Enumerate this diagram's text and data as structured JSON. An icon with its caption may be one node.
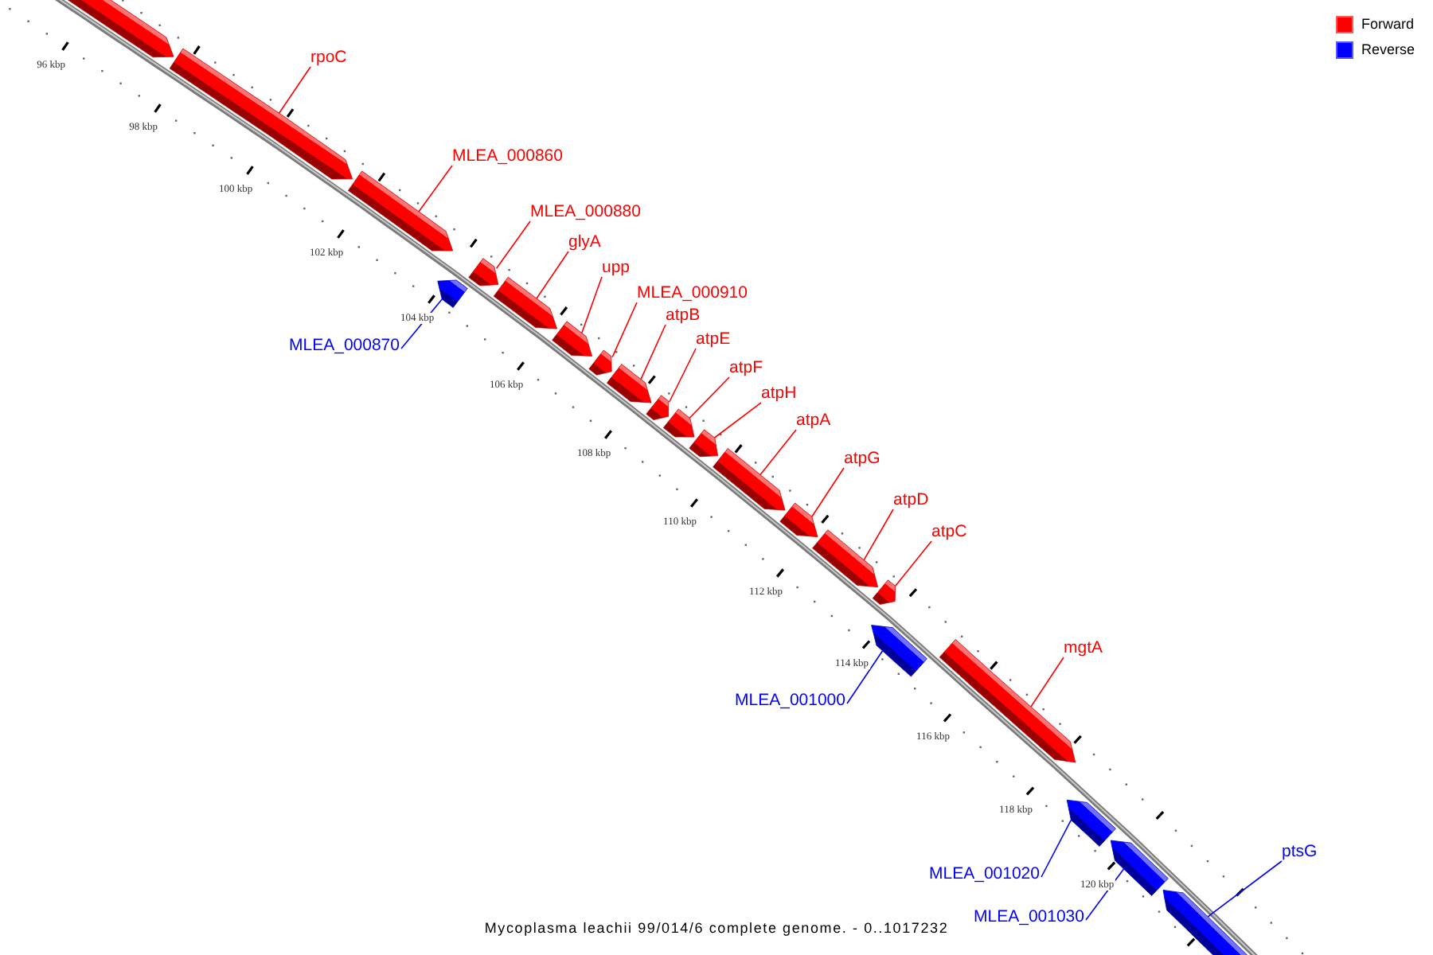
{
  "diagram": {
    "caption": "Mycoplasma leachii 99/014/6 complete genome. - 0..1017232",
    "nodes": [
      {
        "text": [],
        "shape": "bar"
      },
      {
        "text": [
          "rpoC"
        ]
      },
      {
        "text": [],
        "shape": "bar"
      },
      {
        "text": [
          "MLEA_000860"
        ]
      },
      {
        "text": [],
        "shape": "bar"
      },
      {
        "text": [
          "MLEA_000870"
        ]
      },
      {
        "text": [],
        "shape": "bar"
      },
      {
        "text": [
          "MLEA_000880"
        ]
      },
      {
        "text": [],
        "shape": "bar"
      },
      {
        "text": [
          "glyA"
        ]
      },
      {
        "text": [],
        "shape": "bar"
      },
      {
        "text": [
          "upp"
        ]
      },
      {
        "text": [],
        "shape": "bar"
      },
      {
        "text": [
          "MLEA_000910"
        ]
      },
      {
        "text": [],
        "shape": "bar"
      },
      {
        "text": [
          "atpB"
        ]
      },
      {
        "text": [],
        "shape": "bar"
      },
      {
        "text": [
          "atpE"
        ]
      },
      {
        "text": [],
        "shape": "bar"
      },
      {
        "text": [
          "atpF"
        ]
      },
      {
        "text": [],
        "shape": "bar"
      },
      {
        "text": [
          "atpH"
        ]
      },
      {
        "text": [],
        "shape": "bar"
      },
      {
        "text": [
          "atpA"
        ]
      },
      {
        "text": [],
        "shape": "bar"
      },
      {
        "text": [
          "atpG"
        ]
      },
      {
        "text": [],
        "shape": "bar"
      },
      {
        "text": [
          "atpD"
        ]
      },
      {
        "text": [],
        "shape": "bar"
      },
      {
        "text": [
          "atpC"
        ]
      },
      {
        "text": [],
        "shape": "bar"
      },
      {
        "text": [
          "MLEA_001000"
        ]
      },
      {
        "text": [],
        "shape": "bar"
      },
      {
        "text": [
          "mgtA"
        ]
      },
      {
        "text": [],
        "shape": "bar"
      },
      {
        "text": [
          "MLEA_001020"
        ]
      },
      {
        "text": [],
        "shape": "bar"
      },
      {
        "text": [
          "MLEA_001030"
        ]
      },
      {
        "text": [],
        "shape": "bar"
      },
      {
        "text": [
          "ptsG"
        ]
      },
      {
        "text": [],
        "shape": "bar"
      }
    ],
    "edges": [
      {
        "from": 1,
        "to": 2,
        "arrow": "none"
      },
      {
        "from": 3,
        "to": 4,
        "arrow": "none"
      },
      {
        "from": 5,
        "to": 6,
        "arrow": "none",
        "color": "#0000ff"
      },
      {
        "from": 7,
        "to": 8,
        "arrow": "none"
      },
      {
        "from": 9,
        "to": 10,
        "arrow": "none"
      },
      {
        "from": 11,
        "to": 12,
        "arrow": "none"
      },
      {
        "from": 13,
        "to": 14,
        "arrow": "none"
      },
      {
        "from": 15,
        "to": 16,
        "arrow": "none"
      },
      {
        "from": 17,
        "to": 18,
        "arrow": "none"
      },
      {
        "from": 19,
        "to": 20,
        "arrow": "none"
      },
      {
        "from": 21,
        "to": 22,
        "arrow": "none"
      },
      {
        "from": 23,
        "to": 24,
        "arrow": "none"
      },
      {
        "from": 25,
        "to": 26,
        "arrow": "none"
      },
      {
        "from": 27,
        "to": 28,
        "arrow": "none"
      },
      {
        "from": 29,
        "to": 30,
        "arrow": "none"
      },
      {
        "from": 31,
        "to": 32,
        "arrow": "none",
        "color": "#0000ff"
      },
      {
        "from": 33,
        "to": 34,
        "arrow": "none"
      },
      {
        "from": 35,
        "to": 36,
        "arrow": "none",
        "color": "#0000ff"
      },
      {
        "from": 37,
        "to": 38,
        "arrow": "none",
        "color": "#0000ff"
      },
      {
        "from": 39,
        "to": 40,
        "arrow": "none",
        "color": "#0000ff"
      }
    ],
    "labels": [
      "96 kbp",
      "98 kbp",
      "100 kbp",
      "102 kbp",
      "104 kbp",
      "106 kbp",
      "108 kbp",
      "110 kbp",
      "112 kbp",
      "114 kbp",
      "116 kbp",
      "118 kbp",
      "120 kbp"
    ],
    "legend": [
      {
        "text": "Forward",
        "color": "#ff0000"
      },
      {
        "text": "Reverse",
        "color": "#0000ff"
      }
    ]
  }
}
